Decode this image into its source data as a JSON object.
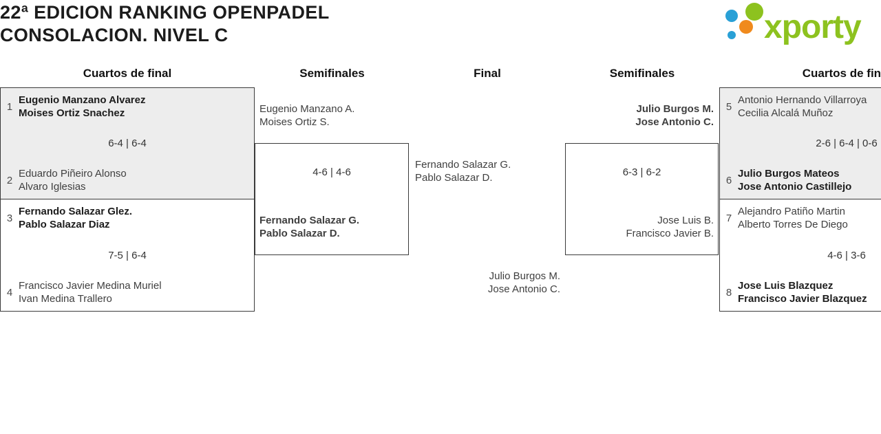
{
  "title": {
    "line1": "22ª EDICION RANKING OPENPADEL",
    "line2": "CONSOLACION. NIVEL C"
  },
  "logo": {
    "text": "xporty"
  },
  "headers": [
    "Cuartos de final",
    "Semifinales",
    "Final",
    "Semifinales",
    "Cuartos de final"
  ],
  "matches": {
    "qf_left_1": {
      "seed_top": "1",
      "top_player1": "Eugenio Manzano Alvarez",
      "top_player2": "Moises Ortiz Snachez",
      "score": "6-4 | 6-4",
      "seed_bottom": "2",
      "bottom_player1": "Eduardo Piñeiro Alonso",
      "bottom_player2": "Alvaro Iglesias"
    },
    "qf_left_2": {
      "seed_top": "3",
      "top_player1": "Fernando Salazar Glez.",
      "top_player2": "Pablo Salazar Diaz",
      "score": "7-5 | 6-4",
      "seed_bottom": "4",
      "bottom_player1": "Francisco Javier Medina Muriel",
      "bottom_player2": "Ivan Medina Trallero"
    },
    "sf_left": {
      "top_player1": "Eugenio Manzano A.",
      "top_player2": "Moises Ortiz S.",
      "score": "4-6 | 4-6",
      "bottom_player1": "Fernando Salazar G.",
      "bottom_player2": "Pablo Salazar D."
    },
    "final": {
      "top_player1": "Fernando Salazar G.",
      "top_player2": "Pablo Salazar D.",
      "bottom_player1": "Julio Burgos M.",
      "bottom_player2": "Jose Antonio C."
    },
    "sf_right": {
      "top_player1": "Julio Burgos M.",
      "top_player2": "Jose Antonio C.",
      "score": "6-3 | 6-2",
      "bottom_player1": "Jose Luis B.",
      "bottom_player2": "Francisco Javier B."
    },
    "qf_right_1": {
      "seed_top": "5",
      "top_player1": "Antonio Hernando Villarroya",
      "top_player2": "Cecilia Alcalá Muñoz",
      "score": "2-6 | 6-4 | 0-6",
      "seed_bottom": "6",
      "bottom_player1": "Julio Burgos Mateos",
      "bottom_player2": "Jose Antonio Castillejo"
    },
    "qf_right_2": {
      "seed_top": "7",
      "top_player1": "Alejandro Patiño Martin",
      "top_player2": "Alberto Torres De Diego",
      "score": "4-6 | 3-6",
      "seed_bottom": "8",
      "bottom_player1": "Jose Luis Blazquez",
      "bottom_player2": "Francisco Javier Blazquez"
    }
  },
  "colors": {
    "logo_green": "#8dc21f",
    "logo_blue": "#29a0d6",
    "logo_orange": "#f08a1d",
    "shaded_match_bg": "#ededed"
  }
}
